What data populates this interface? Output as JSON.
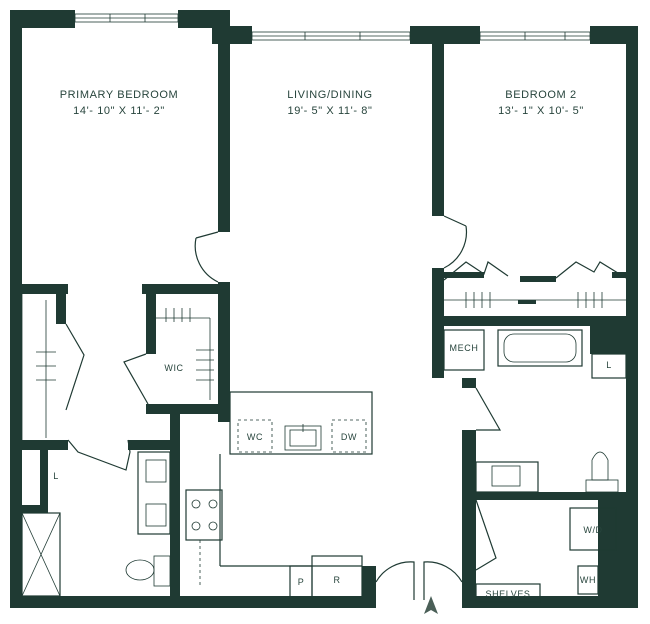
{
  "rooms": {
    "primary_bedroom": {
      "name": "PRIMARY BEDROOM",
      "dims": "14'- 10\" X 11'- 2\""
    },
    "living_dining": {
      "name": "LIVING/DINING",
      "dims": "19'- 5\" X 11'- 8\""
    },
    "bedroom_2": {
      "name": "BEDROOM 2",
      "dims": "13'- 1\" X 10'- 5\""
    }
  },
  "labels": {
    "wic": "WIC",
    "mech": "MECH",
    "linen_1": "L",
    "linen_2": "L",
    "wc": "WC",
    "dw": "DW",
    "pantry": "P",
    "refrigerator": "R",
    "washer_dryer": "W/D",
    "water_heater": "WH",
    "shelves": "SHELVES"
  },
  "colors": {
    "wall": "#1f3a33",
    "text": "#27443c",
    "background": "#ffffff"
  },
  "icons": {
    "entry": "north-arrow-icon"
  }
}
